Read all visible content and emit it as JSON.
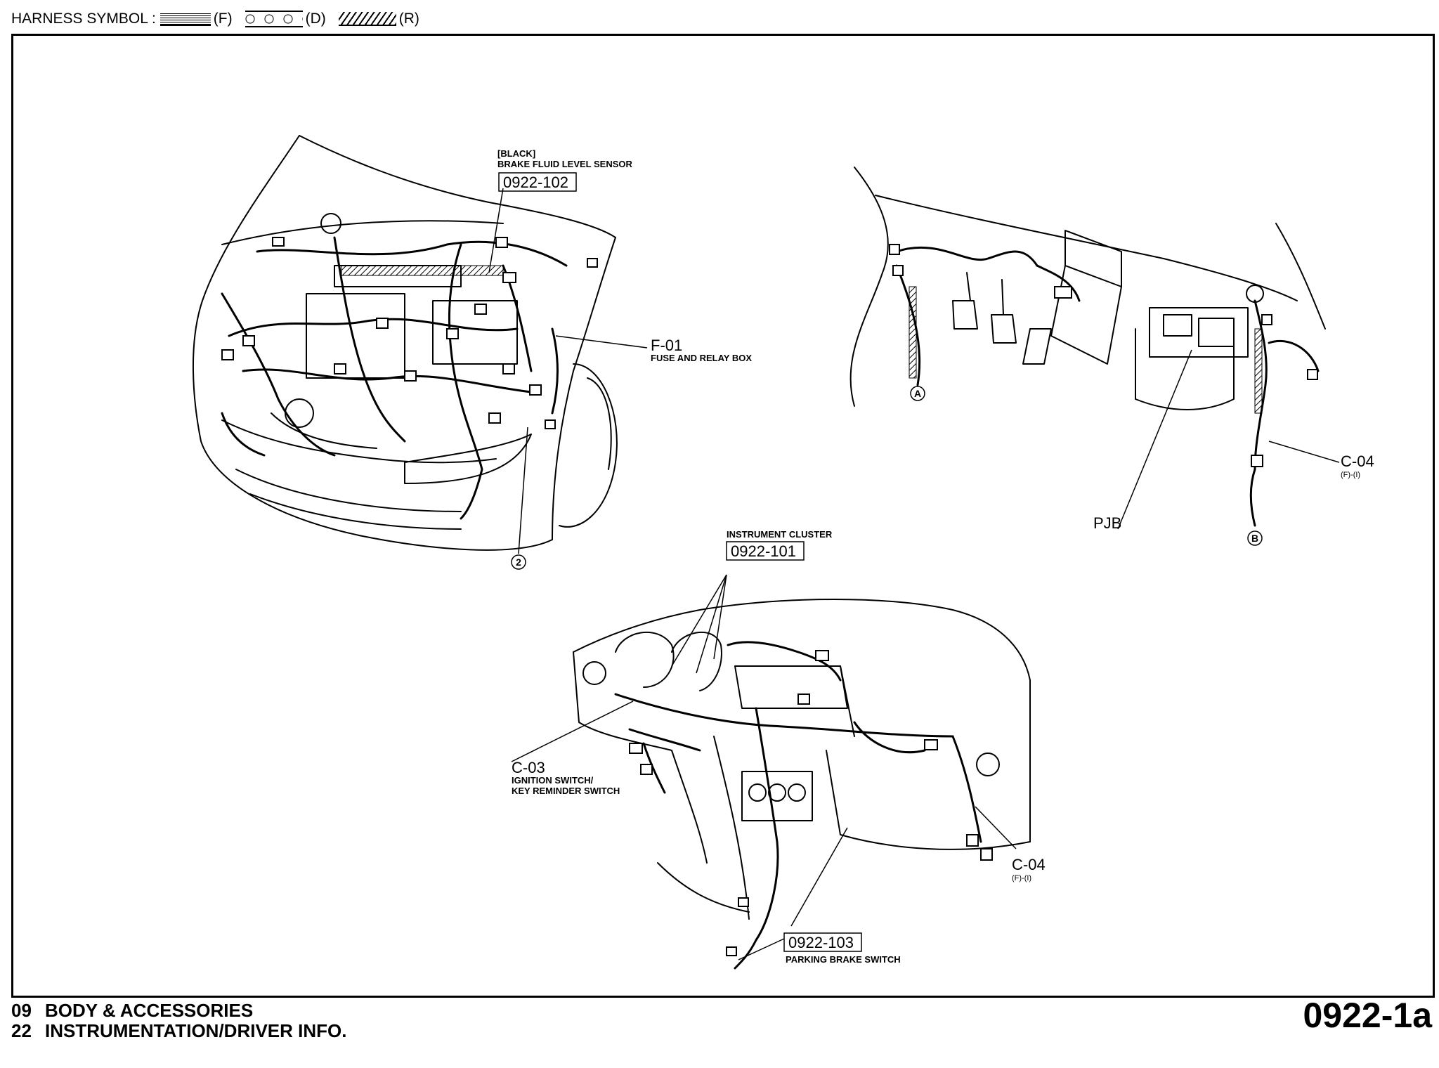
{
  "header": {
    "harness_label": "HARNESS SYMBOL :",
    "symbols": [
      {
        "pattern": "dotted",
        "code": "(F)"
      },
      {
        "pattern": "circles",
        "code": "(D)"
      },
      {
        "pattern": "hatched",
        "code": "(R)"
      }
    ]
  },
  "callouts": {
    "brake_color": "[BLACK]",
    "brake_name": "BRAKE FLUID LEVEL SENSOR",
    "brake_code": "0922-102",
    "f01_id": "F-01",
    "f01_name": "FUSE AND RELAY BOX",
    "circle_2": "2",
    "circle_a": "A",
    "circle_b": "B",
    "c04_top_id": "C-04",
    "c04_top_sub": "(F)-(I)",
    "pjb": "PJB",
    "cluster_name": "INSTRUMENT CLUSTER",
    "cluster_code": "0922-101",
    "c03_id": "C-03",
    "c03_name_1": "IGNITION SWITCH/",
    "c03_name_2": "KEY REMINDER SWITCH",
    "c04_bot_id": "C-04",
    "c04_bot_sub": "(F)-(I)",
    "parking_code": "0922-103",
    "parking_name": "PARKING BRAKE SWITCH"
  },
  "footer": {
    "line1_num": "09",
    "line1_text": "BODY & ACCESSORIES",
    "line2_num": "22",
    "line2_text": "INSTRUMENTATION/DRIVER INFO.",
    "page_number": "0922-1a"
  }
}
